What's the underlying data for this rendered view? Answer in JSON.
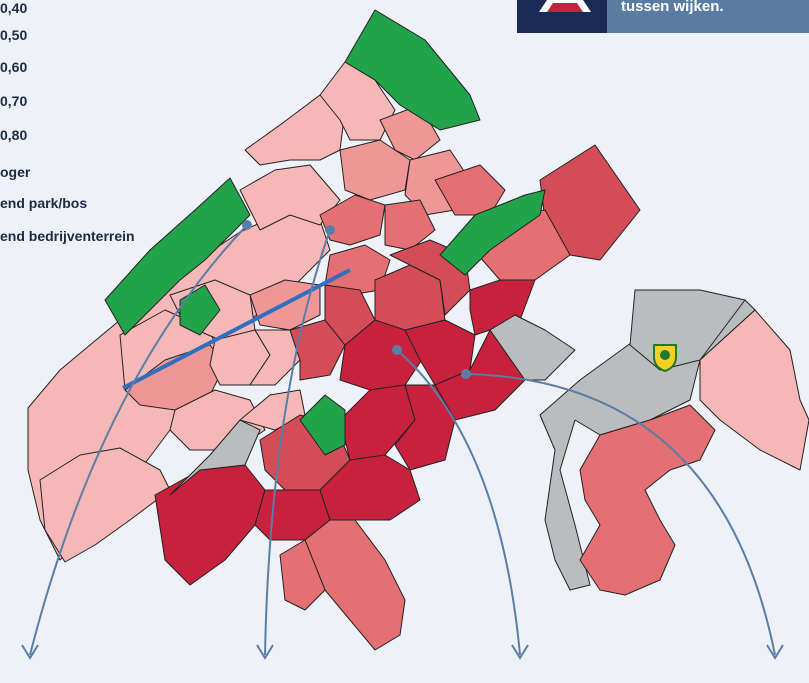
{
  "legend": {
    "items": [
      {
        "label": "0,40"
      },
      {
        "label": "0,50"
      },
      {
        "label": "0,60"
      },
      {
        "label": "0,70"
      },
      {
        "label": "0,80"
      },
      {
        "label": "oger"
      },
      {
        "label": "end park/bos"
      },
      {
        "label": "end bedrijventerrein"
      }
    ]
  },
  "banner": {
    "text": "tussen wijken.",
    "icon": "warning-triangle-icon",
    "colors": {
      "dark": "#1a2c55",
      "accent": "#5a7ca3"
    }
  },
  "map": {
    "colors": {
      "lightest": "#f6b7b7",
      "light": "#ef9797",
      "medium": "#e57073",
      "dark": "#d44c58",
      "darkest": "#c8213e",
      "park": "#22a24a",
      "industrial": "#bbbcbe",
      "line": "#2f6fbe",
      "arrow": "#5b7ea6"
    },
    "club_logo": "ado-den-haag-logo"
  }
}
